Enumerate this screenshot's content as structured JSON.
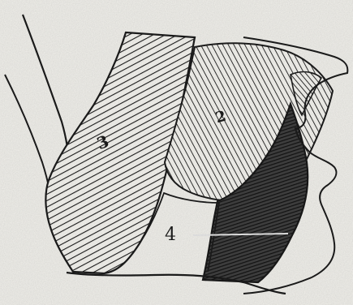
{
  "labels": {
    "region_a": "3",
    "region_b": "2",
    "region_c": "4"
  },
  "colors": {
    "paper": "#f2f1ec",
    "ink": "#141414"
  }
}
